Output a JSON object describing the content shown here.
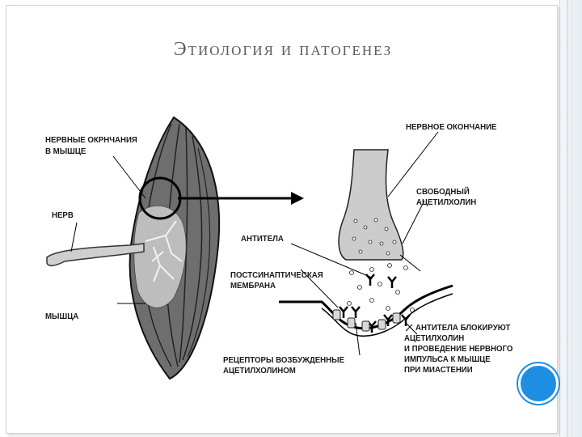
{
  "title": "Этиология и патогенез",
  "labels": {
    "nerve_endings_line1": "НЕРВНЫЕ ОКРНЧАНИЯ",
    "nerve_endings_line2": "В МЫШЦЕ",
    "nerve": "НЕРВ",
    "muscle": "МЫШЦА",
    "nerve_terminal": "НЕРВНОЕ ОКОНЧАНИЕ",
    "free_ach_line1": "СВОБОДНЫЙ",
    "free_ach_line2": "АЦЕТИЛХОЛИН",
    "antibodies": "АНТИТЕЛА",
    "postsyn_line1": "ПОСТСИНАПТИЧЕСКАЯ",
    "postsyn_line2": "МЕМБРАНА",
    "receptors_line1": "РЕЦЕПТОРЫ ВОЗБУЖДЕННЫЕ",
    "receptors_line2": "АЦЕТИЛХОЛИНОМ",
    "block_line1": "АНТИТЕЛА БЛОКИРУЮТ",
    "block_line2": "АЦЕТИЛХОЛИН",
    "block_line3": "И ПРОВЕДЕНИЕ НЕРВНОГО",
    "block_line4": "ИМПУЛЬСА К МЫШЦЕ",
    "block_line5": "ПРИ МИАСТЕНИИ"
  },
  "colors": {
    "accent": "#1e8fe0",
    "title": "#5a5a5a",
    "frame": "#c9d4de"
  }
}
